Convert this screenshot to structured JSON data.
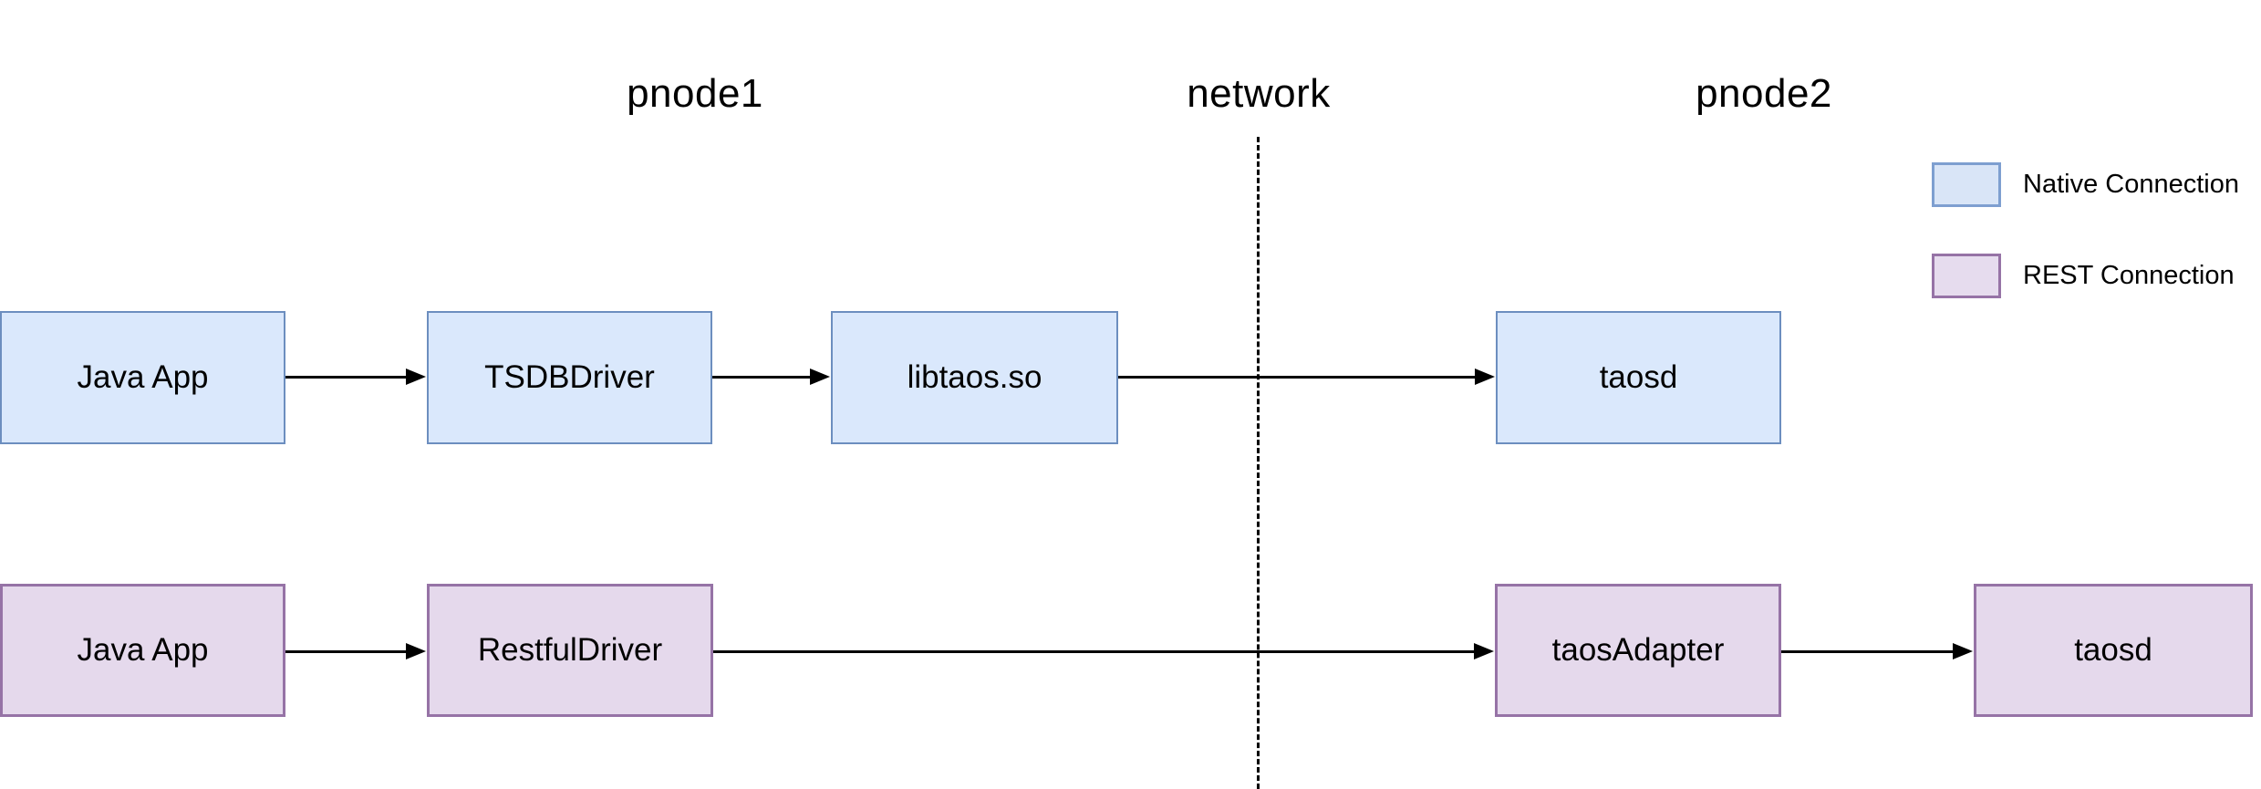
{
  "diagram": {
    "type": "architecture-flow",
    "titles": {
      "pnode1": "pnode1",
      "network": "network",
      "pnode2": "pnode2"
    },
    "rows": {
      "native": {
        "connection_type": "Native Connection",
        "fill": "#dae8fc",
        "border": "#6c8ebf",
        "nodes": {
          "java_app": "Java App",
          "tsdbdriver": "TSDBDriver",
          "libtaos": "libtaos.so",
          "taosd": "taosd"
        },
        "flow": [
          "Java App",
          "TSDBDriver",
          "libtaos.so",
          "taosd"
        ]
      },
      "rest": {
        "connection_type": "REST Connection",
        "fill": "#e5d9ec",
        "border": "#9673a6",
        "nodes": {
          "java_app": "Java App",
          "restfuldriver": "RestfulDriver",
          "taosadapter": "taosAdapter",
          "taosd": "taosd"
        },
        "flow": [
          "Java App",
          "RestfulDriver",
          "taosAdapter",
          "taosd"
        ]
      }
    },
    "network_boundary": {
      "style": "dashed-vertical-line",
      "color": "#000000",
      "separates": [
        "pnode1",
        "pnode2"
      ]
    },
    "legend": {
      "items": [
        {
          "label": "Native Connection",
          "fill": "#d9e5f7",
          "border": "#7e9fd0"
        },
        {
          "label": "REST Connection",
          "fill": "#e6dcee",
          "border": "#9673a6"
        }
      ]
    },
    "arrow_color": "#000000"
  }
}
